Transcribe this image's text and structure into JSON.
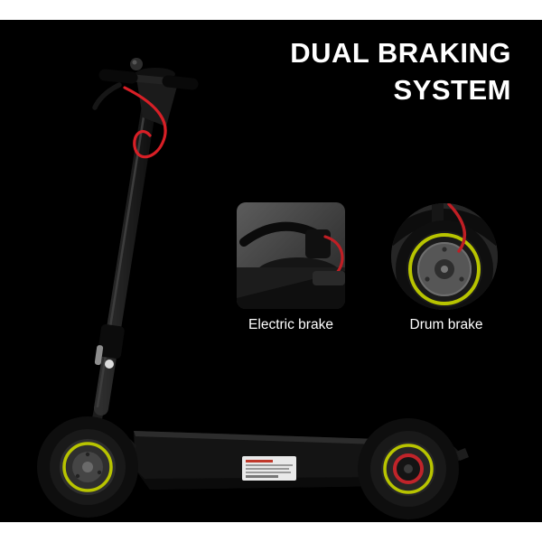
{
  "page": {
    "background_color": "#000000",
    "letterbox_color": "#ffffff"
  },
  "title": {
    "line1": "DUAL BRAKING",
    "line2": "SYSTEM",
    "color": "#ffffff"
  },
  "callouts": [
    {
      "label": "Electric brake"
    },
    {
      "label": "Drum brake"
    }
  ],
  "subject": {
    "description_names": [
      "electric-scooter-photo",
      "electric-brake-inset-image",
      "drum-brake-inset-image"
    ]
  },
  "colors": {
    "accent_red": "#d81f26",
    "reflective_yellow": "#b8c400",
    "scooter_body": "#1a1a1a",
    "inset_gray": "#4a4a4a"
  }
}
